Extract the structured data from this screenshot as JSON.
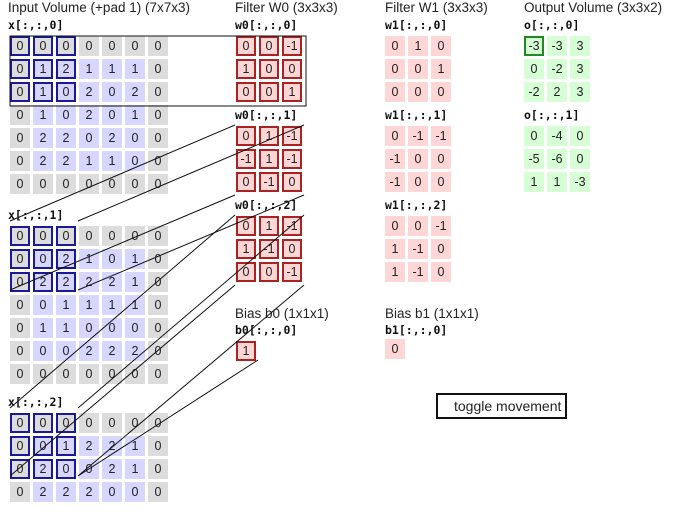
{
  "titles": {
    "input": "Input Volume (+pad 1) (7x7x3)",
    "filter_w0": "Filter W0 (3x3x3)",
    "filter_w1": "Filter W1 (3x3x3)",
    "output": "Output Volume (3x3x2)",
    "bias_b0": "Bias b0 (1x1x1)",
    "bias_b1": "Bias b1 (1x1x1)"
  },
  "input_volume": [
    {
      "label": "x[:,:,0]",
      "values": [
        [
          0,
          0,
          0,
          0,
          0,
          0,
          0
        ],
        [
          0,
          1,
          2,
          1,
          1,
          1,
          0
        ],
        [
          0,
          1,
          0,
          2,
          0,
          2,
          0
        ],
        [
          0,
          1,
          0,
          2,
          0,
          1,
          0
        ],
        [
          0,
          2,
          2,
          0,
          2,
          0,
          0
        ],
        [
          0,
          2,
          2,
          1,
          1,
          0,
          0
        ],
        [
          0,
          0,
          0,
          0,
          0,
          0,
          0
        ]
      ]
    },
    {
      "label": "x[:,:,1]",
      "values": [
        [
          0,
          0,
          0,
          0,
          0,
          0,
          0
        ],
        [
          0,
          0,
          2,
          1,
          0,
          1,
          0
        ],
        [
          0,
          2,
          2,
          2,
          2,
          1,
          0
        ],
        [
          0,
          0,
          1,
          1,
          1,
          1,
          0
        ],
        [
          0,
          1,
          1,
          0,
          0,
          0,
          0
        ],
        [
          0,
          0,
          0,
          2,
          2,
          2,
          0
        ],
        [
          0,
          0,
          0,
          0,
          0,
          0,
          0
        ]
      ]
    },
    {
      "label": "x[:,:,2]",
      "values": [
        [
          0,
          0,
          0,
          0,
          0,
          0,
          0
        ],
        [
          0,
          0,
          1,
          2,
          2,
          1,
          0
        ],
        [
          0,
          2,
          0,
          0,
          2,
          1,
          0
        ],
        [
          0,
          2,
          2,
          2,
          0,
          0,
          0
        ]
      ]
    }
  ],
  "filter_w0": [
    {
      "label": "w0[:,:,0]",
      "values": [
        [
          0,
          0,
          -1
        ],
        [
          1,
          0,
          0
        ],
        [
          0,
          0,
          1
        ]
      ]
    },
    {
      "label": "w0[:,:,1]",
      "values": [
        [
          0,
          1,
          -1
        ],
        [
          -1,
          1,
          -1
        ],
        [
          0,
          -1,
          0
        ]
      ]
    },
    {
      "label": "w0[:,:,2]",
      "values": [
        [
          0,
          1,
          -1
        ],
        [
          1,
          -1,
          0
        ],
        [
          0,
          0,
          -1
        ]
      ]
    }
  ],
  "filter_w1": [
    {
      "label": "w1[:,:,0]",
      "values": [
        [
          0,
          1,
          0
        ],
        [
          0,
          0,
          1
        ],
        [
          0,
          0,
          0
        ]
      ]
    },
    {
      "label": "w1[:,:,1]",
      "values": [
        [
          0,
          -1,
          -1
        ],
        [
          -1,
          0,
          0
        ],
        [
          -1,
          0,
          0
        ]
      ]
    },
    {
      "label": "w1[:,:,2]",
      "values": [
        [
          0,
          0,
          -1
        ],
        [
          1,
          -1,
          0
        ],
        [
          1,
          -1,
          0
        ]
      ]
    }
  ],
  "bias_b0": {
    "label": "b0[:,:,0]",
    "value": 1
  },
  "bias_b1": {
    "label": "b1[:,:,0]",
    "value": 0
  },
  "output_volume": [
    {
      "label": "o[:,:,0]",
      "values": [
        [
          -3,
          -3,
          3
        ],
        [
          0,
          -2,
          3
        ],
        [
          -2,
          2,
          3
        ]
      ]
    },
    {
      "label": "o[:,:,1]",
      "values": [
        [
          0,
          -4,
          0
        ],
        [
          -5,
          -6,
          0
        ],
        [
          1,
          1,
          -3
        ]
      ]
    }
  ],
  "toggle_button": "toggle movement",
  "colors": {
    "input_pad": "#dcdcdc",
    "input_core": "#d6d6ff",
    "filter": "#ffd6d6",
    "output": "#d6ffd6",
    "highlight_input": "#1a1a99",
    "highlight_filter": "#aa2222",
    "highlight_output": "#228822"
  }
}
